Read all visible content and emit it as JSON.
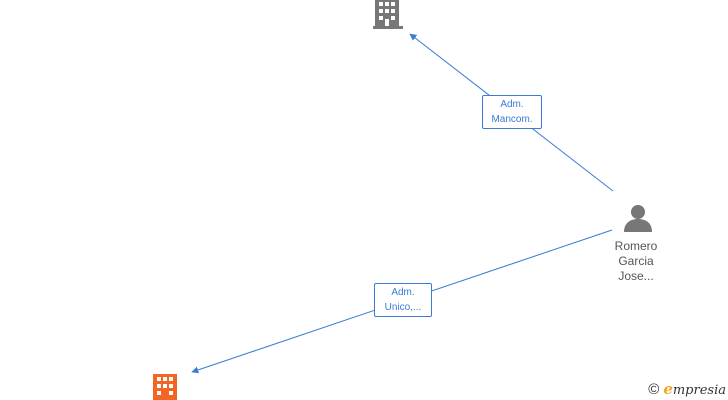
{
  "colors": {
    "edge": "#3a7bd5",
    "company_gray": "#777777",
    "company_orange": "#f26522",
    "person": "#777777",
    "brand_accent": "#f5a623"
  },
  "nodes": [
    {
      "id": "company-top",
      "type": "company",
      "icon": "building-icon",
      "color": "gray",
      "label_lines": []
    },
    {
      "id": "person",
      "type": "person",
      "icon": "person-icon",
      "color": "gray",
      "label_lines": [
        "Romero",
        "Garcia",
        "Jose..."
      ]
    },
    {
      "id": "company-bottom",
      "type": "company",
      "icon": "building-icon",
      "color": "orange",
      "label_lines": []
    }
  ],
  "edges": [
    {
      "from": "person",
      "to": "company-top",
      "label_lines": [
        "Adm.",
        "Mancom."
      ]
    },
    {
      "from": "person",
      "to": "company-bottom",
      "label_lines": [
        "Adm.",
        "Unico,..."
      ]
    }
  ],
  "footer": {
    "copyright_symbol": "©",
    "brand_initial": "e",
    "brand_rest": "mpresia"
  }
}
